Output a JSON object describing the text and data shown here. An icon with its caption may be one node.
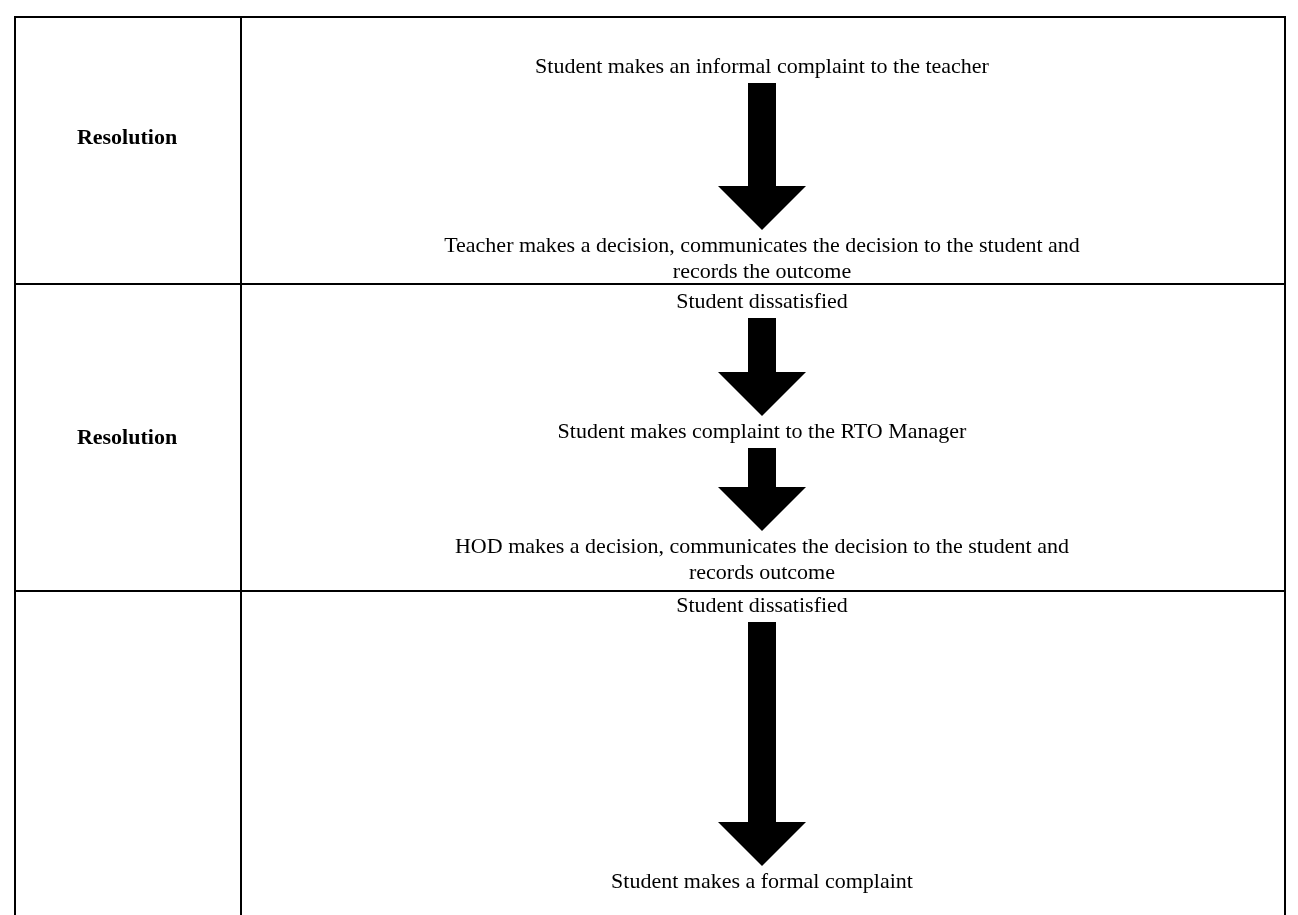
{
  "diagram": {
    "nodes": [
      {
        "text": [
          "Student makes an informal complaint to the teacher"
        ]
      },
      {
        "text": [
          "Teacher makes a decision, communicates the decision to the student and records the outcome"
        ]
      },
      {
        "text": [
          "Student dissatisfied"
        ]
      },
      {
        "text": [
          "Student makes complaint to the RTO Manager"
        ]
      },
      {
        "text": [
          "HOD makes a decision, communicates the decision to the student and records outcome"
        ]
      },
      {
        "text": [
          "Student dissatisfied"
        ]
      },
      {
        "text": [
          "Student makes a formal complaint"
        ]
      }
    ],
    "edges": [
      {
        "from": 0,
        "to": 1,
        "arrow": "to"
      },
      {
        "from": 2,
        "to": 3,
        "arrow": "to"
      },
      {
        "from": 3,
        "to": 4,
        "arrow": "to"
      },
      {
        "from": 5,
        "to": 6,
        "arrow": "to"
      }
    ],
    "labels": [
      "Resolution",
      "Resolution"
    ]
  }
}
